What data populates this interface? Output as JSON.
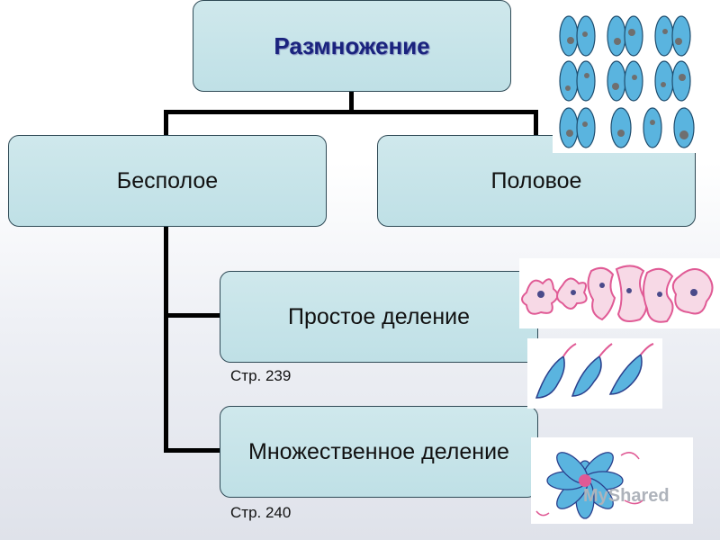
{
  "diagram": {
    "root": "Размножение",
    "asexual": "Бесполое",
    "sexual": "Половое",
    "simple_division": "Простое деление",
    "multiple_division": "Множественное деление",
    "page_ref_simple": "Стр. 239",
    "page_ref_multiple": "Стр. 240"
  },
  "watermark": "MyShared",
  "colors": {
    "box_fill": "#c4e3e8",
    "box_border": "#2f4a56",
    "title_text": "#1a237e",
    "connector": "#000000",
    "cell_blue": "#5ab4df",
    "cell_pink": "#e98fb4"
  }
}
